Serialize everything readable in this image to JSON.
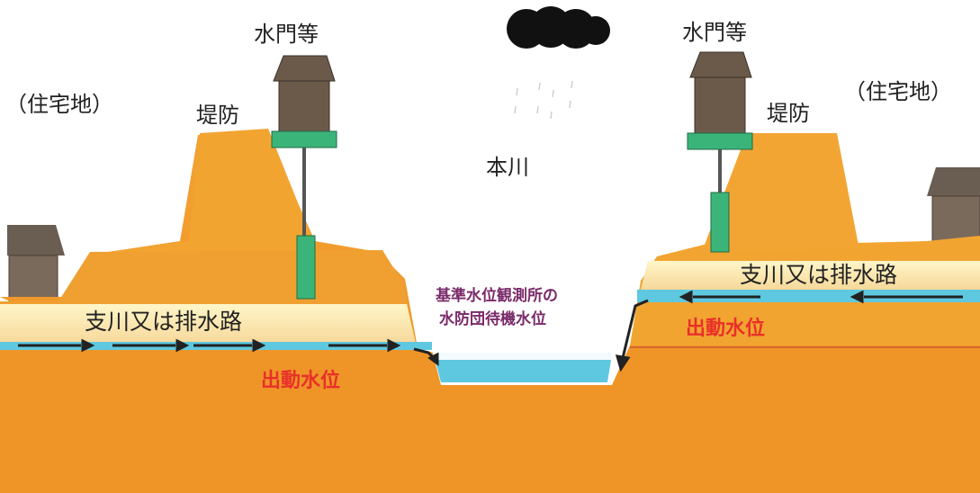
{
  "labels": {
    "residential_left": "（住宅地）",
    "residential_right": "（住宅地）",
    "levee_left": "堤防",
    "levee_right": "堤防",
    "gate_left": "水門等",
    "gate_right": "水門等",
    "main_river": "本川",
    "tributary_left": "支川又は排水路",
    "tributary_right": "支川又は排水路",
    "dispatch_level_left": "出動水位",
    "dispatch_level_right": "出動水位",
    "standby_level_line1": "基準水位観測所の",
    "standby_level_line2": "水防団待機水位"
  },
  "colors": {
    "ground": "#f29b2c",
    "levee": "#f0a02c",
    "water": "#5ec8e0",
    "highlight_band": "#fff3b8",
    "gate_green": "#3bb47a",
    "gate_house": "#6b5a4a",
    "alert_red": "#e8302a",
    "standby_purple": "#7a2a6a",
    "cloud": "#111111"
  }
}
